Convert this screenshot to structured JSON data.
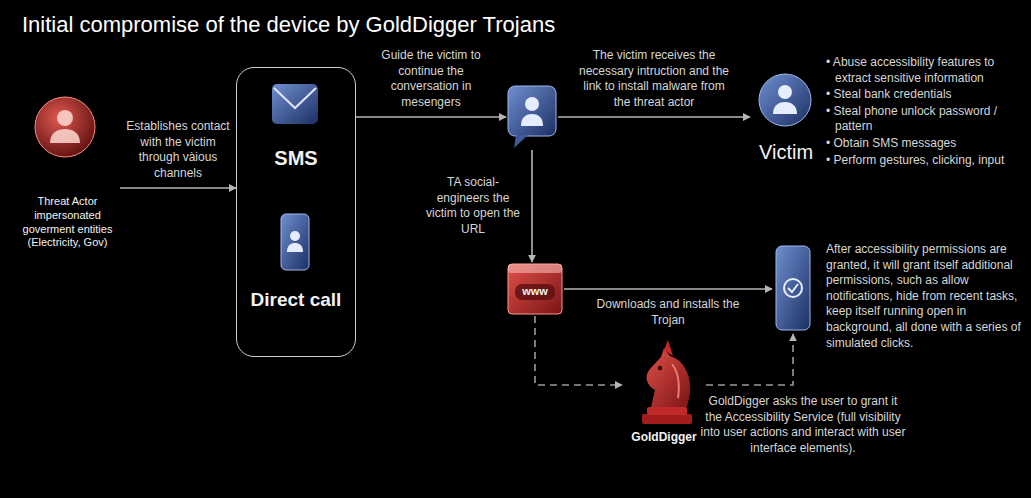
{
  "diagram": {
    "title": "Initial compromise of the device by GoldDigger Trojans",
    "nodes": [
      {
        "text": [
          "Threat Actor impersonated goverment entities (Electricity, Gov)"
        ]
      },
      {
        "text": [
          "SMS",
          "Direct call"
        ]
      },
      {
        "text": []
      },
      {
        "text": [
          "Victim"
        ]
      },
      {
        "text": [
          "www"
        ]
      },
      {
        "text": [
          "GoldDigger"
        ]
      },
      {
        "text": []
      }
    ],
    "edges": [
      {
        "from": 0,
        "to": 1,
        "label": "Establishes contact with the victim through vàious channels",
        "arrow": "to"
      },
      {
        "from": 1,
        "to": 2,
        "label": "Guide the victim to continue the conversation in mesengers",
        "arrow": "to"
      },
      {
        "from": 2,
        "to": 3,
        "label": "The victim receives the necessary intruction and the link to install malware from the threat actor",
        "arrow": "to"
      },
      {
        "from": 2,
        "to": 4,
        "label": "TA social-engineers the victim to open the URL",
        "arrow": "to"
      },
      {
        "from": 4,
        "to": 6,
        "label": "Downloads and installs the Trojan",
        "arrow": "to"
      },
      {
        "from": 4,
        "to": 5,
        "arrow": "to"
      },
      {
        "from": 5,
        "to": 6,
        "arrow": "to"
      }
    ],
    "labels": [
      "• Abuse accessibility features to extract sensitive information",
      "• Steal bank credentials",
      "• Steal phone unlock password / pattern",
      "• Obtain SMS messages",
      "• Perform gestures, clicking, input",
      "After accessibility permissions are granted, it will grant itself additional permissions, such as allow notifications, hide from recent tasks, keep itself running open in background, all done with a series of simulated clicks.",
      "GoldDigger asks the user to grant it the Accessibility Service (full visibility into user actions and interact with user interface elements)."
    ]
  }
}
